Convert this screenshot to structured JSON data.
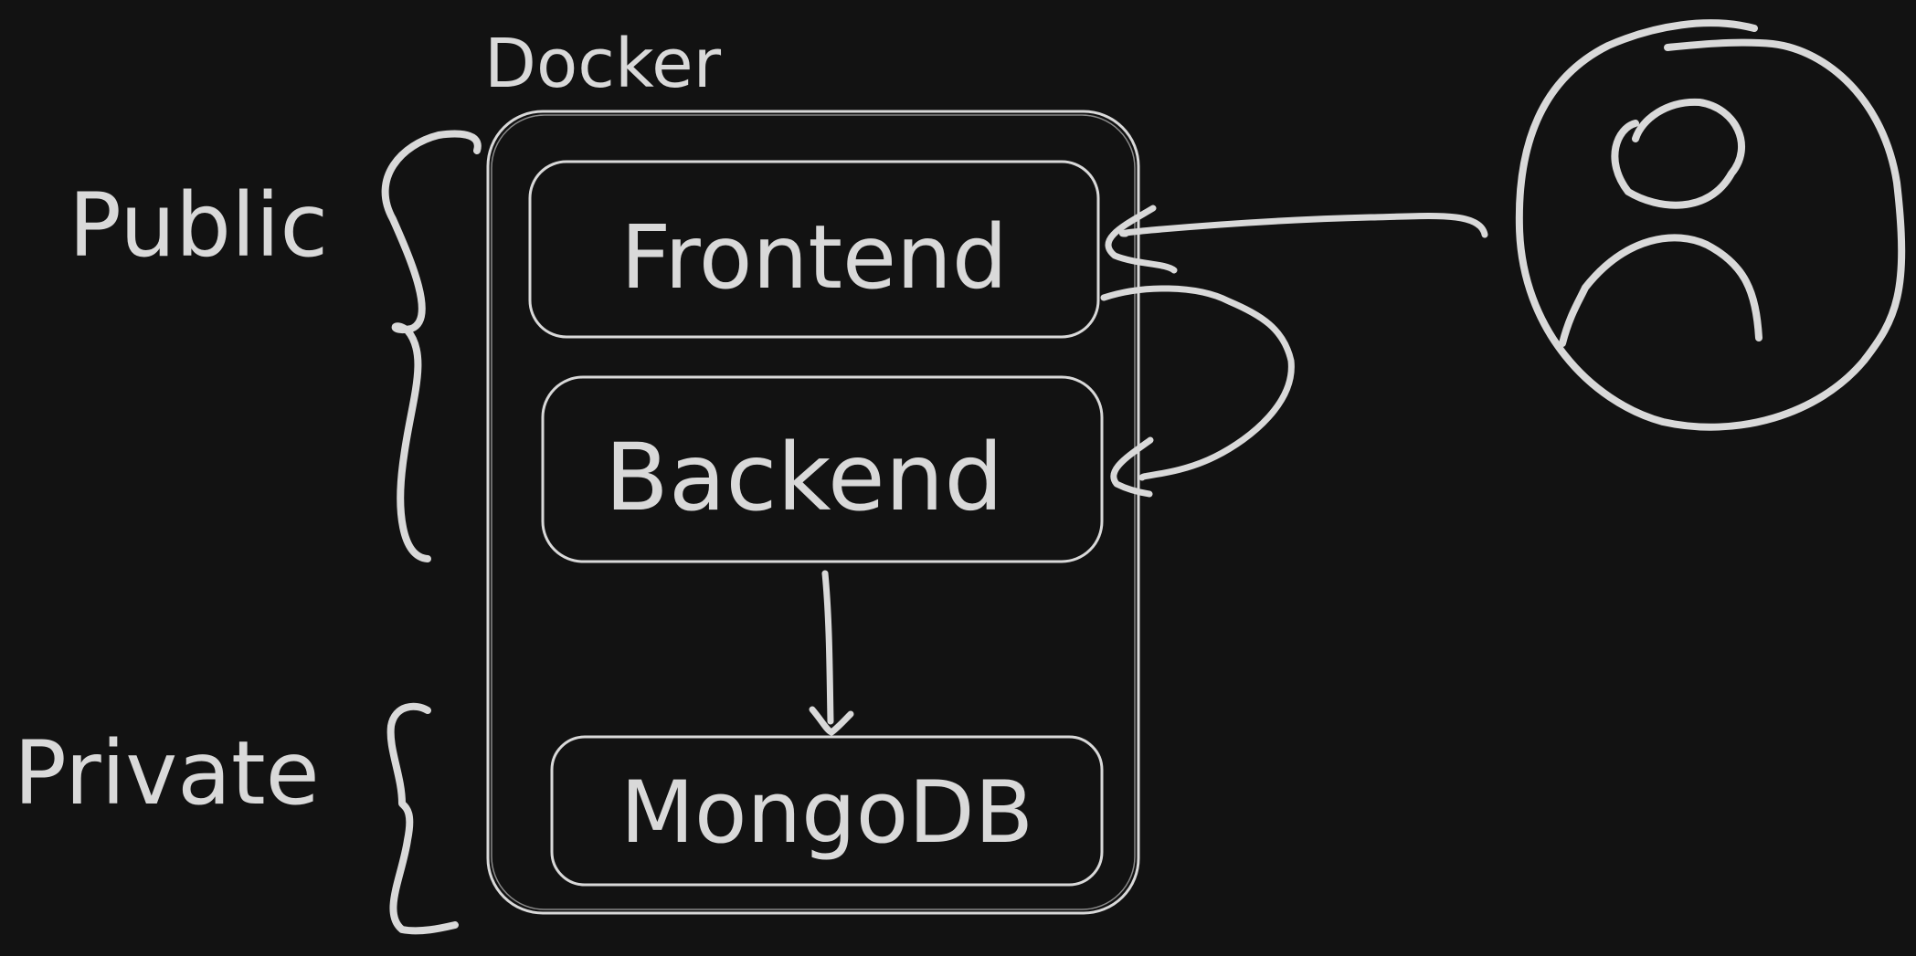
{
  "diagram": {
    "container_label": "Docker",
    "zones": [
      {
        "id": "public",
        "label": "Public"
      },
      {
        "id": "private",
        "label": "Private"
      }
    ],
    "services": [
      {
        "id": "frontend",
        "label": "Frontend",
        "zone": "public"
      },
      {
        "id": "backend",
        "label": "Backend",
        "zone": "public"
      },
      {
        "id": "mongodb",
        "label": "MongoDB",
        "zone": "private"
      }
    ],
    "actor": {
      "icon": "user-icon"
    },
    "connections": [
      {
        "from": "user",
        "to": "frontend"
      },
      {
        "from": "frontend",
        "to": "backend"
      },
      {
        "from": "backend",
        "to": "mongodb"
      }
    ],
    "colors": {
      "background": "#121212",
      "ink": "#d9d9d9"
    }
  }
}
